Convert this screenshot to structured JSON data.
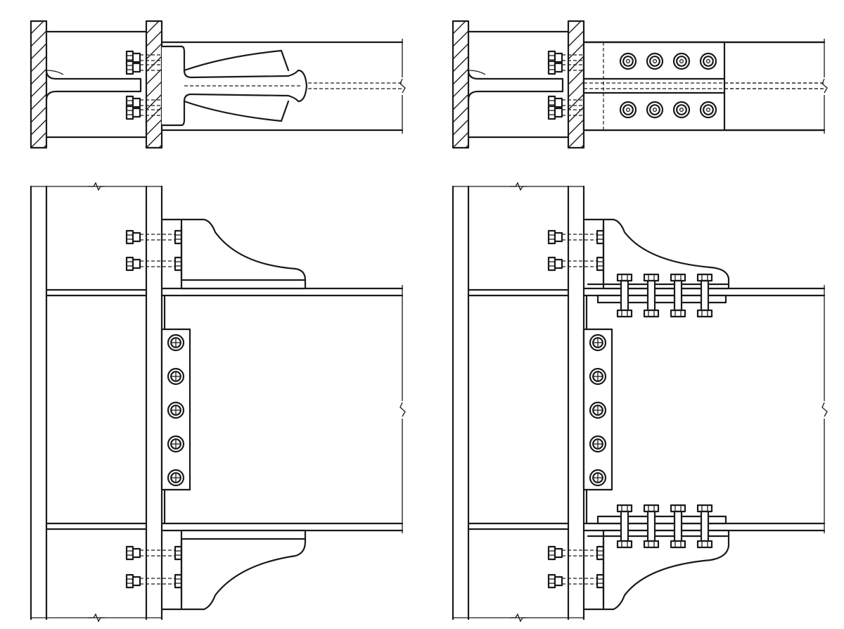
{
  "figure": {
    "panels": [
      {
        "id": "tl",
        "view": "plan",
        "connection": "flange-bracket-tapered"
      },
      {
        "id": "tr",
        "view": "plan",
        "connection": "flange-bracket-bolted"
      },
      {
        "id": "bl",
        "view": "elevation",
        "connection": "flange-bracket-tapered"
      },
      {
        "id": "br",
        "view": "elevation",
        "connection": "flange-bracket-bolted"
      }
    ],
    "colors": {
      "line": "#1a1a1a",
      "background": "#ffffff"
    },
    "plan_bolt_rows": 2,
    "plan_bolts_per_row": 4,
    "web_plate_bolts": 5,
    "bracket_bolts_per_group": 2,
    "elevation_flange_bolts_per_plate": 4
  }
}
